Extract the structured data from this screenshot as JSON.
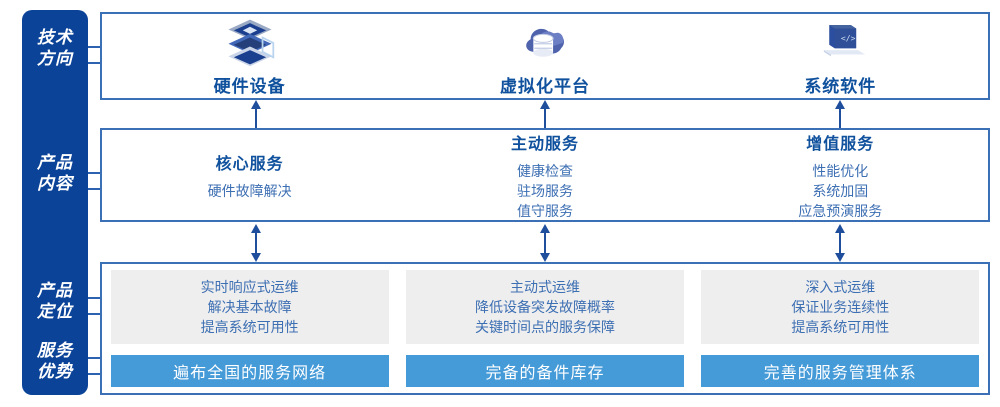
{
  "diagram": {
    "rail_labels": [
      {
        "name": "tech-direction",
        "lines": [
          "技术",
          "方向"
        ]
      },
      {
        "name": "product-content",
        "lines": [
          "产品",
          "内容"
        ]
      },
      {
        "name": "product-positioning",
        "lines": [
          "产品",
          "定位"
        ]
      },
      {
        "name": "service-advantage",
        "lines": [
          "服务",
          "优势"
        ]
      }
    ],
    "tech_row": [
      {
        "icon": "server-stack-icon",
        "label": "硬件设备"
      },
      {
        "icon": "cloud-database-icon",
        "label": "虚拟化平台"
      },
      {
        "icon": "laptop-code-icon",
        "label": "系统软件"
      }
    ],
    "content_row": [
      {
        "title": "核心服务",
        "items": [
          "硬件故障解决"
        ]
      },
      {
        "title": "主动服务",
        "items": [
          "健康检查",
          "驻场服务",
          "值守服务"
        ]
      },
      {
        "title": "增值服务",
        "items": [
          "性能优化",
          "系统加固",
          "应急预演服务"
        ]
      }
    ],
    "positioning_row": [
      {
        "lines": [
          "实时响应式运维",
          "解决基本故障",
          "提高系统可用性"
        ]
      },
      {
        "lines": [
          "主动式运维",
          "降低设备突发故障概率",
          "关键时间点的服务保障"
        ]
      },
      {
        "lines": [
          "深入式运维",
          "保证业务连续性",
          "提高系统可用性"
        ]
      }
    ],
    "advantage_row": [
      {
        "label": "遍布全国的服务网络"
      },
      {
        "label": "完备的备件库存"
      },
      {
        "label": "完善的服务管理体系"
      }
    ],
    "colors": {
      "rail_blue": "#0b4398",
      "panel_border": "#3b6fb6",
      "title_blue": "#10519e",
      "body_blue": "#3d6fb3",
      "bar_blue": "#459ad8",
      "gray_box": "#eeeeee",
      "connector": "#2c62b0",
      "arrow": "#1f4e9c"
    }
  }
}
